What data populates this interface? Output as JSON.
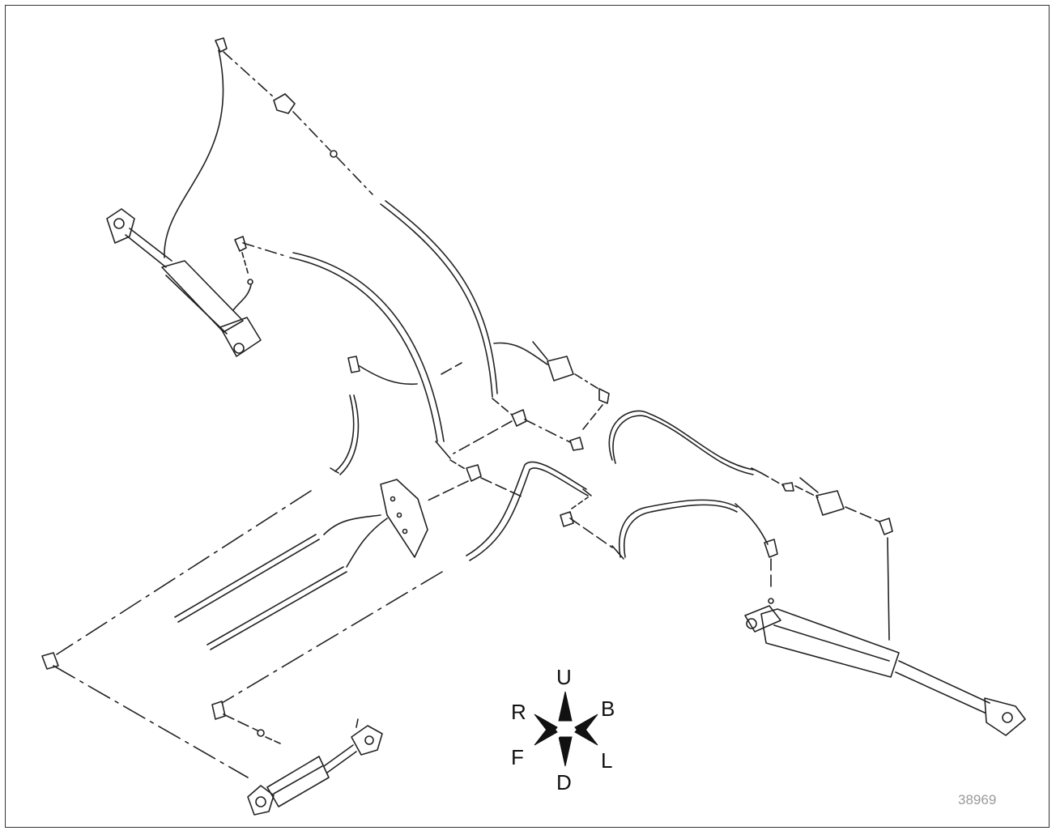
{
  "figure": {
    "figure_number": "38969",
    "orientation": {
      "up": "U",
      "down": "D",
      "right": "R",
      "left": "L",
      "front": "F",
      "back": "B"
    }
  }
}
